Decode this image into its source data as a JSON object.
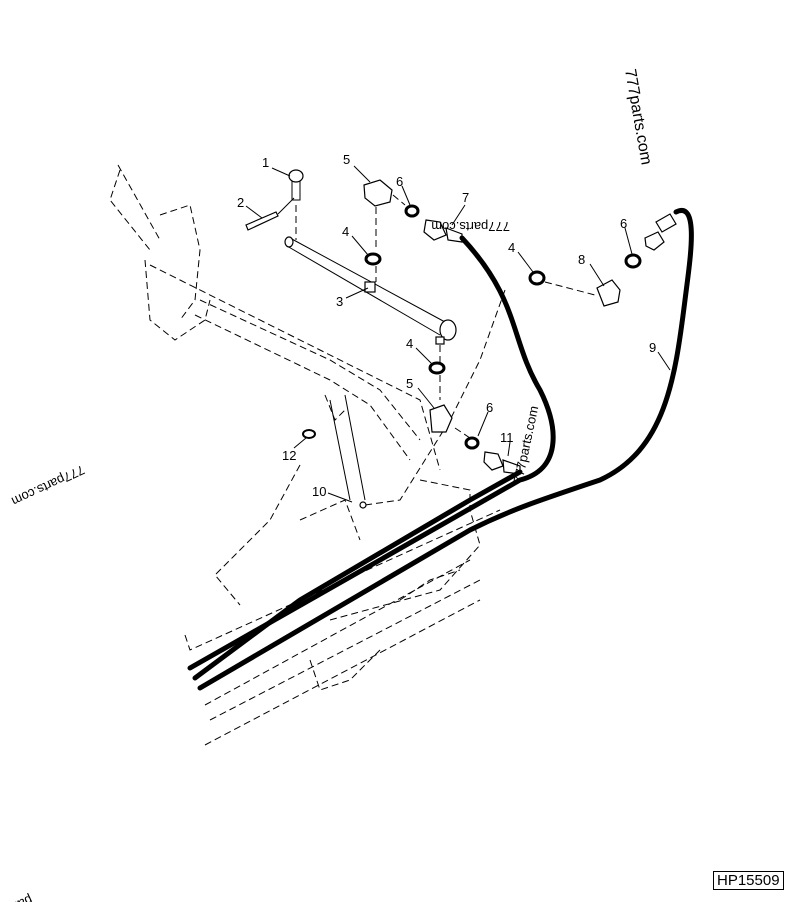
{
  "figure": {
    "id": "HP15509",
    "watermarks": [
      "777parts.com",
      "777parts.com",
      "777parts.com",
      "777parts.com",
      "parts.c"
    ]
  },
  "callouts": [
    {
      "num": "1",
      "part": "pin"
    },
    {
      "num": "2",
      "part": "cotter-pin"
    },
    {
      "num": "3",
      "part": "bar"
    },
    {
      "num": "4",
      "part": "o-ring-upper"
    },
    {
      "num": "5",
      "part": "elbow-fitting-upper"
    },
    {
      "num": "6",
      "part": "o-ring-upper"
    },
    {
      "num": "7",
      "part": "hose-end"
    },
    {
      "num": "4",
      "part": "o-ring-right"
    },
    {
      "num": "6",
      "part": "o-ring-right"
    },
    {
      "num": "8",
      "part": "elbow-fitting-right"
    },
    {
      "num": "9",
      "part": "hose"
    },
    {
      "num": "4",
      "part": "o-ring-lower"
    },
    {
      "num": "5",
      "part": "elbow-fitting-lower"
    },
    {
      "num": "6",
      "part": "o-ring-lower"
    },
    {
      "num": "11",
      "part": "hose-end-lower"
    },
    {
      "num": "12",
      "part": "o-ring-loose"
    },
    {
      "num": "10",
      "part": "support-rod"
    }
  ]
}
